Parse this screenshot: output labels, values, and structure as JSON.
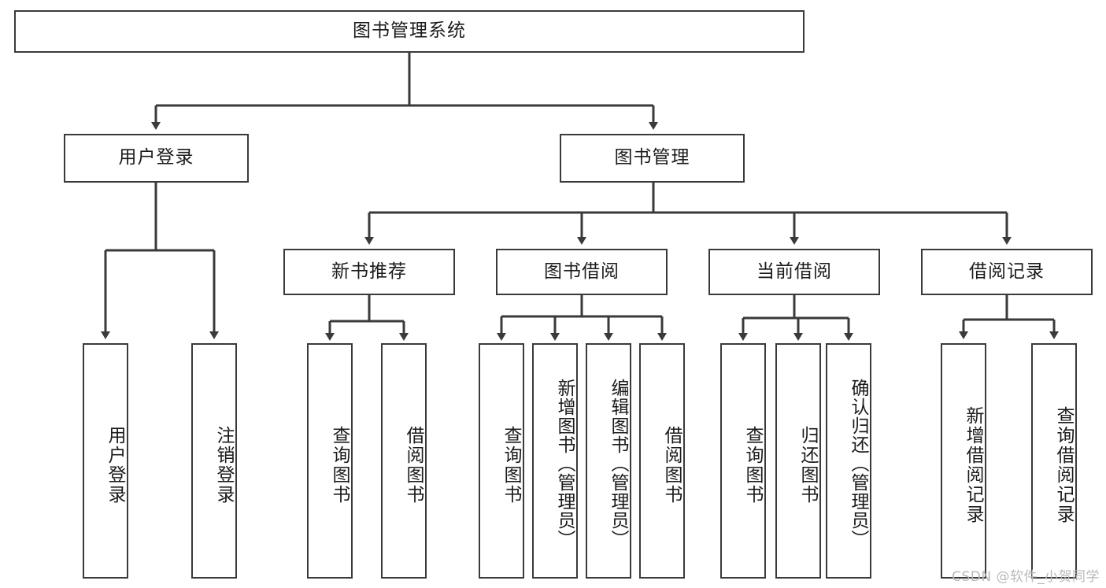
{
  "diagram": {
    "title": "图书管理系统",
    "type": "tree-hierarchy-diagram",
    "root": {
      "label": "图书管理系统"
    },
    "level2": [
      {
        "label": "用户登录"
      },
      {
        "label": "图书管理"
      }
    ],
    "level3": [
      {
        "label": "新书推荐"
      },
      {
        "label": "图书借阅"
      },
      {
        "label": "当前借阅"
      },
      {
        "label": "借阅记录"
      }
    ],
    "leaves": {
      "user_login": [
        {
          "label": "用户登录"
        },
        {
          "label": "注销登录"
        }
      ],
      "new_book_recommend": [
        {
          "label": "查询图书"
        },
        {
          "label": "借阅图书"
        }
      ],
      "book_borrow": [
        {
          "label": "查询图书"
        },
        {
          "label": "新增图书（管理员）"
        },
        {
          "label": "编辑图书（管理员）"
        },
        {
          "label": "借阅图书"
        }
      ],
      "current_borrow": [
        {
          "label": "查询图书"
        },
        {
          "label": "归还图书"
        },
        {
          "label": "确认归还（管理员）"
        }
      ],
      "borrow_record": [
        {
          "label": "新增借阅记录"
        },
        {
          "label": "查询借阅记录"
        }
      ]
    },
    "watermark": "CSDN @软件_小贺同学",
    "colors": {
      "stroke": "#3a3a3a",
      "fill": "#ffffff",
      "text": "#1b1b1b",
      "watermark": "#b9b9b9"
    }
  }
}
